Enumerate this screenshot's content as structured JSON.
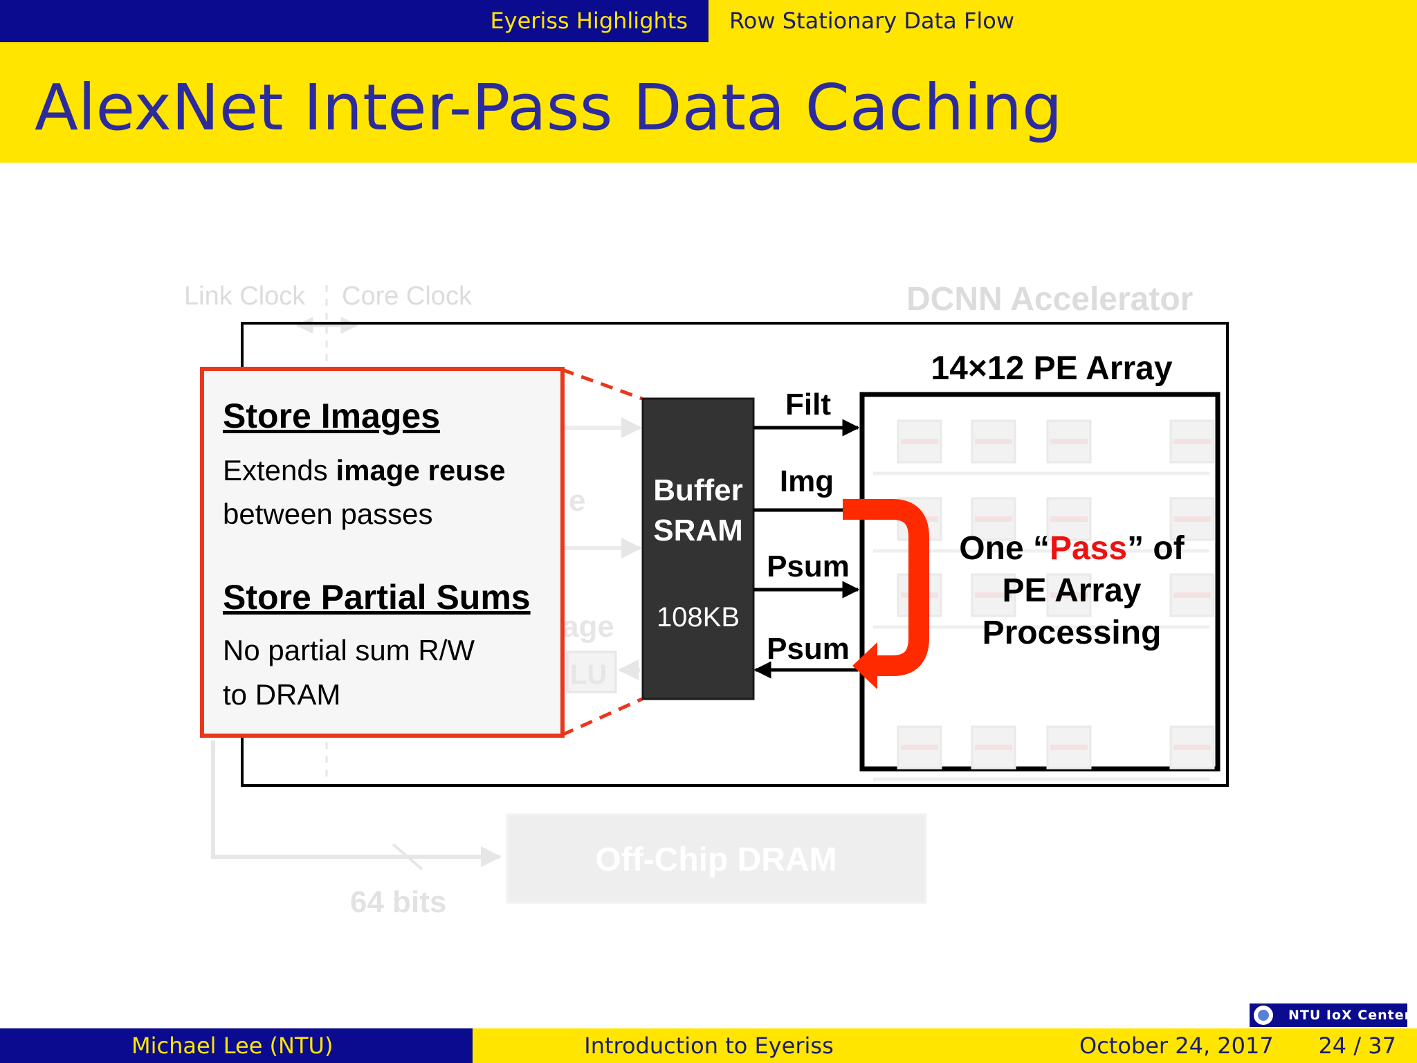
{
  "nav": {
    "section": "Eyeriss Highlights",
    "subsection": "Row Stationary Data Flow"
  },
  "slide": {
    "title": "AlexNet Inter-Pass Data Caching"
  },
  "diagram": {
    "faded_labels": {
      "link_clock": "Link Clock",
      "core_clock": "Core Clock",
      "dcnn_accelerator": "DCNN Accelerator",
      "fragment_e": "e",
      "fragment_age": "age",
      "fragment_lu": "LU",
      "off_chip_dram": "Off-Chip DRAM",
      "bus_width": "64 bits"
    },
    "callout": {
      "heading1": "Store Images",
      "line1_prefix": "Extends ",
      "line1_bold": "image reuse",
      "line2": "between passes",
      "heading2": "Store Partial Sums",
      "line3": "No partial sum R/W",
      "line4": "to DRAM"
    },
    "buffer": {
      "line1": "Buffer",
      "line2": "SRAM",
      "size": "108KB"
    },
    "signals": {
      "filt": "Filt",
      "img": "Img",
      "psum_in": "Psum",
      "psum_out": "Psum"
    },
    "pe_array": {
      "title": "14×12 PE Array",
      "pass_line1_prefix": "One “",
      "pass_highlight": "Pass",
      "pass_line1_suffix": "” of",
      "pass_line2": "PE Array",
      "pass_line3": "Processing"
    },
    "colors": {
      "callout_border": "#e8381c",
      "pass_arrow": "#ff2a00",
      "pass_text": "#ee1111",
      "buffer_fill": "#333333"
    }
  },
  "footer": {
    "author": "Michael Lee  (NTU)",
    "talk": "Introduction to Eyeriss",
    "date": "October 24, 2017",
    "page": "24 / 37",
    "logo": "NTU IoX Center"
  }
}
